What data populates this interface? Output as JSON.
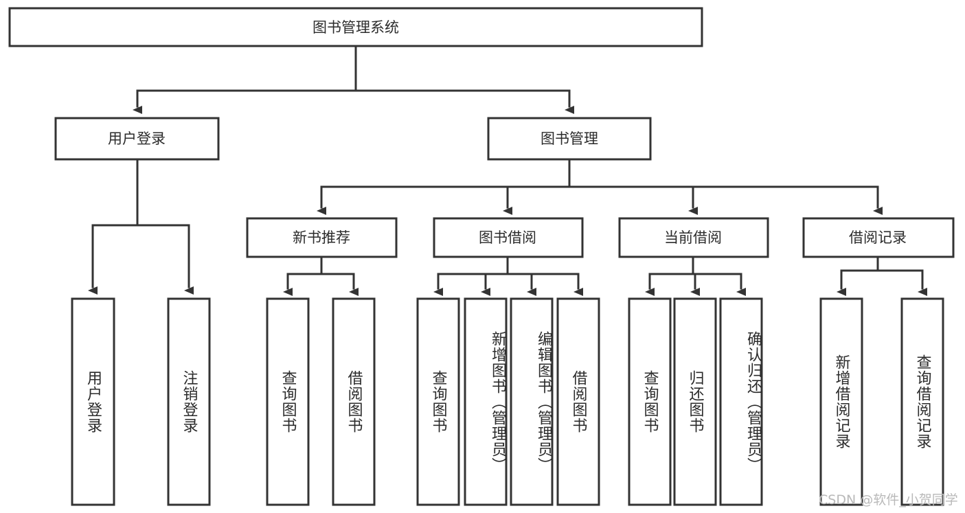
{
  "diagram": {
    "title": "图书管理系统",
    "watermark": "CSDN @软件_小贺同学",
    "nodes": {
      "root": {
        "label": "图书管理系统"
      },
      "level1": [
        {
          "id": "user-login",
          "label": "用户登录"
        },
        {
          "id": "book-management",
          "label": "图书管理"
        }
      ],
      "level2": [
        {
          "id": "new-book-recommend",
          "label": "新书推荐",
          "parent": "book-management"
        },
        {
          "id": "book-borrow",
          "label": "图书借阅",
          "parent": "book-management"
        },
        {
          "id": "current-borrow",
          "label": "当前借阅",
          "parent": "book-management"
        },
        {
          "id": "borrow-record",
          "label": "借阅记录",
          "parent": "book-management"
        }
      ],
      "leaves": {
        "user-login": [
          {
            "id": "leaf-user-login",
            "label": "用户登录"
          },
          {
            "id": "leaf-logout",
            "label": "注销登录"
          }
        ],
        "new-book-recommend": [
          {
            "id": "leaf-query-book-1",
            "label": "查询图书"
          },
          {
            "id": "leaf-borrow-book-1",
            "label": "借阅图书"
          }
        ],
        "book-borrow": [
          {
            "id": "leaf-query-book-2",
            "label": "查询图书"
          },
          {
            "id": "leaf-add-book",
            "label": "新增图书（管理员）"
          },
          {
            "id": "leaf-edit-book",
            "label": "编辑图书（管理员）"
          },
          {
            "id": "leaf-borrow-book-2",
            "label": "借阅图书"
          }
        ],
        "current-borrow": [
          {
            "id": "leaf-query-book-3",
            "label": "查询图书"
          },
          {
            "id": "leaf-return-book",
            "label": "归还图书"
          },
          {
            "id": "leaf-confirm-return",
            "label": "确认归还（管理员）"
          }
        ],
        "borrow-record": [
          {
            "id": "leaf-add-record",
            "label": "新增借阅记录"
          },
          {
            "id": "leaf-query-record",
            "label": "查询借阅记录"
          }
        ]
      }
    },
    "colors": {
      "stroke": "#333333",
      "fill": "#ffffff",
      "text": "#2b2b2b",
      "watermark": "#b9b9b9"
    }
  }
}
